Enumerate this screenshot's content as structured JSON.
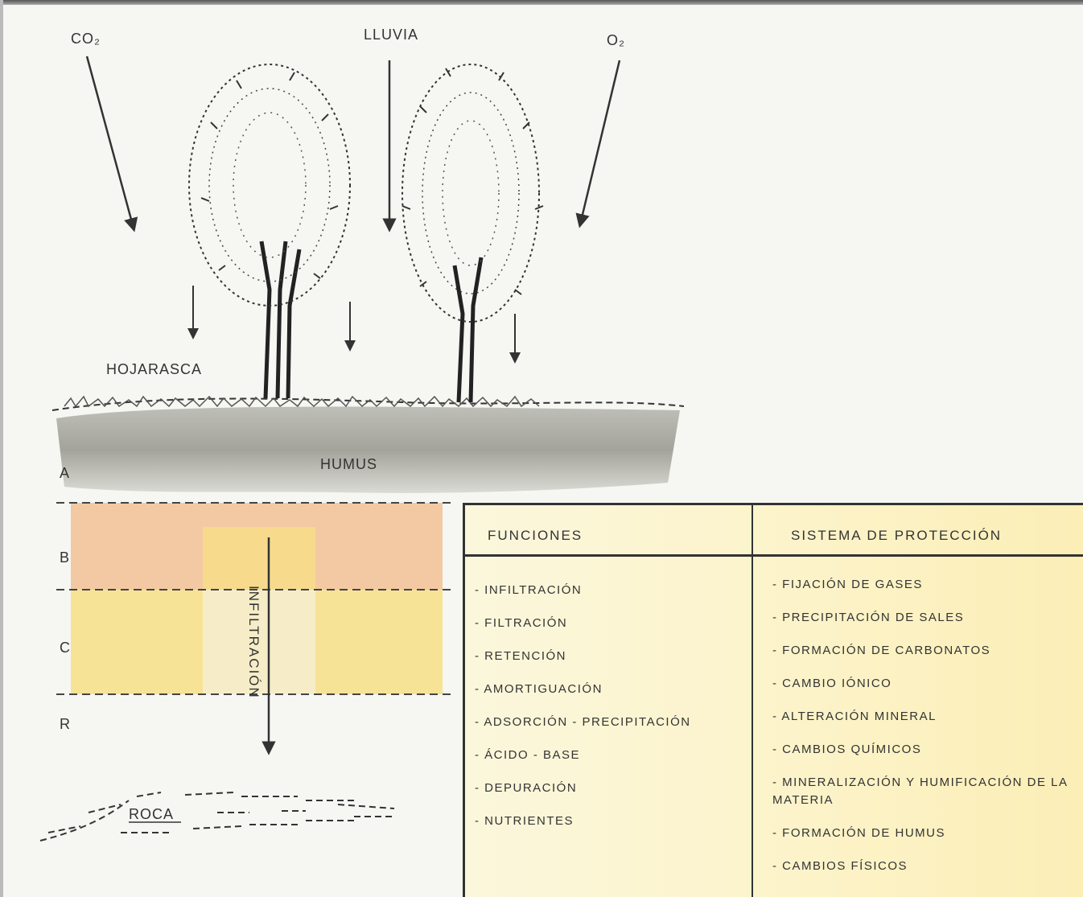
{
  "diagram": {
    "labels": {
      "top_left": "CO₂",
      "top_center": "LLUVIA",
      "top_right": "O₂",
      "litter": "HOJARASCA",
      "humus_layer": "HUMUS",
      "horizon_a": "A",
      "horizon_b": "B",
      "horizon_c": "C",
      "horizon_r": "R",
      "water_flow": "INFILTRACIÓN",
      "groundwater": "ROCA"
    },
    "colors": {
      "humus": "#9a9a92",
      "horizon_b": "#f2b98a",
      "horizon_c": "#f7df86",
      "table_bg": "#fcf3c9",
      "lines": "#333333"
    }
  },
  "table": {
    "headers": [
      "FUNCIONES",
      "SISTEMA DE PROTECCIÓN"
    ],
    "functions": [
      "- INFILTRACIÓN",
      "- FILTRACIÓN",
      "- RETENCIÓN",
      "- AMORTIGUACIÓN",
      "- ADSORCIÓN - PRECIPITACIÓN",
      "- ÁCIDO - BASE",
      "- DEPURACIÓN",
      "- NUTRIENTES"
    ],
    "protection": [
      "- FIJACIÓN DE GASES",
      "- PRECIPITACIÓN DE SALES",
      "- FORMACIÓN DE CARBONATOS",
      "- CAMBIO IÓNICO",
      "- ALTERACIÓN MINERAL",
      "- CAMBIOS QUÍMICOS",
      "- MINERALIZACIÓN Y HUMIFICACIÓN DE LA MATERIA",
      "- FORMACIÓN DE HUMUS",
      "- CAMBIOS FÍSICOS"
    ]
  }
}
